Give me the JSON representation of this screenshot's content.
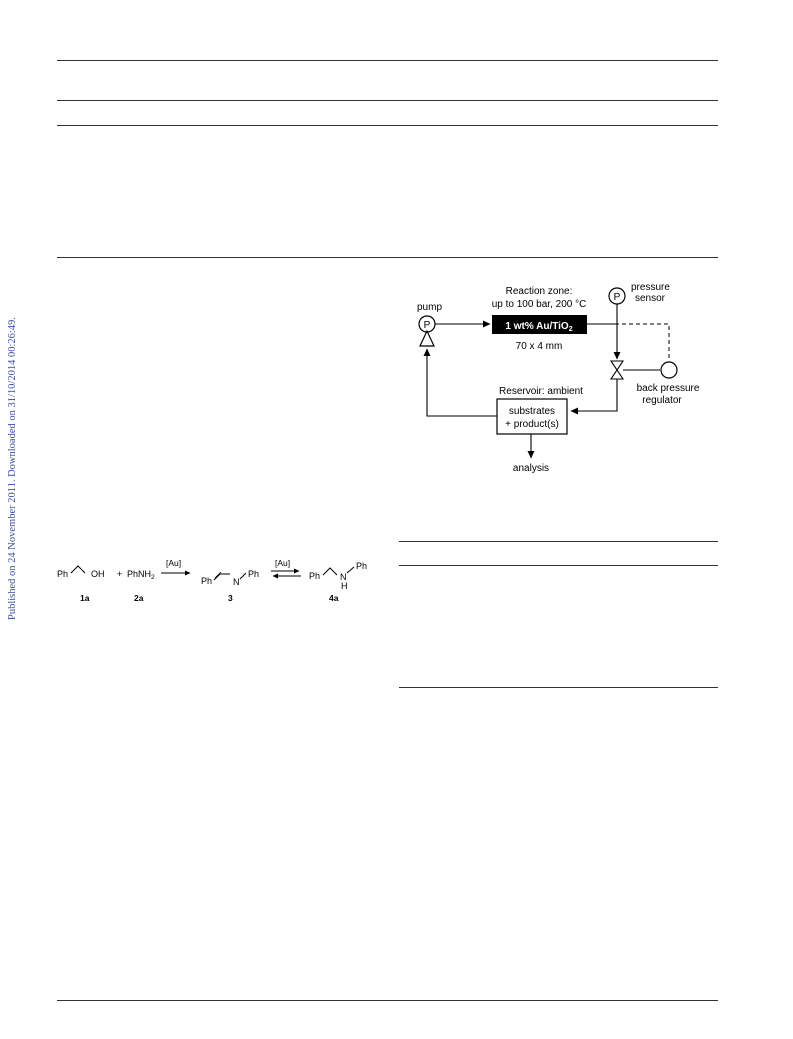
{
  "side_note": "Published on 24 November 2011. Downloaded on 31/10/2014 00:26:49.",
  "flow_diagram": {
    "pump_label": "pump",
    "pump_symbol": "P",
    "reaction_zone_line1": "Reaction zone:",
    "reaction_zone_line2": "up to 100 bar, 200 °C",
    "reactor_label_main": "1 wt% Au/TiO",
    "reactor_label_sub": "2",
    "reactor_dims": "70 x 4 mm",
    "sensor_symbol": "P",
    "sensor_label_line1": "pressure",
    "sensor_label_line2": "sensor",
    "bpr_label_line1": "back pressure",
    "bpr_label_line2": "regulator",
    "reservoir_title": "Reservoir: ambient",
    "reservoir_line1": "substrates",
    "reservoir_line2": "+ product(s)",
    "analysis_label": "analysis"
  },
  "scheme": {
    "ph": "Ph",
    "oh": "OH",
    "plus": "+",
    "amine_main": "PhNH",
    "amine_sub": "2",
    "catalyst": "[Au]",
    "n": "N",
    "h": "H",
    "label_1a": "1a",
    "label_2a": "2a",
    "label_3": "3",
    "label_4a": "4a"
  }
}
